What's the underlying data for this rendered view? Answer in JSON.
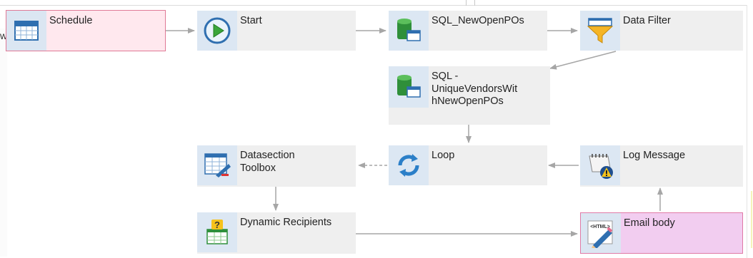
{
  "nodes": [
    {
      "id": "schedule",
      "label": "Schedule",
      "icon": "calendar-icon"
    },
    {
      "id": "start",
      "label": "Start",
      "icon": "play-icon"
    },
    {
      "id": "sql-new-open-pos",
      "label": "SQL_NewOpenPOs",
      "icon": "database-icon"
    },
    {
      "id": "data-filter",
      "label": "Data Filter",
      "icon": "funnel-icon"
    },
    {
      "id": "sql-unique-vendors",
      "label": "SQL -\nUniqueVendorsWit\nhNewOpenPOs",
      "icon": "database-icon"
    },
    {
      "id": "datasection-toolbox",
      "label": "Datasection\nToolbox",
      "icon": "table-tool-icon"
    },
    {
      "id": "loop",
      "label": "Loop",
      "icon": "refresh-icon"
    },
    {
      "id": "log-message",
      "label": "Log Message",
      "icon": "warning-log-icon"
    },
    {
      "id": "dynamic-recipients",
      "label": "Dynamic Recipients",
      "icon": "question-table-icon"
    },
    {
      "id": "email-body",
      "label": "Email body",
      "icon": "html-pen-icon"
    }
  ],
  "edges": [
    {
      "from": "schedule",
      "to": "start"
    },
    {
      "from": "start",
      "to": "sql-new-open-pos"
    },
    {
      "from": "sql-new-open-pos",
      "to": "data-filter"
    },
    {
      "from": "data-filter",
      "to": "sql-unique-vendors"
    },
    {
      "from": "sql-unique-vendors",
      "to": "loop"
    },
    {
      "from": "loop",
      "to": "datasection-toolbox",
      "style": "dashed"
    },
    {
      "from": "datasection-toolbox",
      "to": "dynamic-recipients"
    },
    {
      "from": "dynamic-recipients",
      "to": "email-body"
    },
    {
      "from": "email-body",
      "to": "log-message"
    },
    {
      "from": "log-message",
      "to": "loop"
    }
  ],
  "colors": {
    "node_bg": "#efefef",
    "icon_bg": "#dce7f3",
    "selected_border": "#e07a96",
    "selected_bg": "#ffe8ee",
    "email_bg": "#f2cdf0",
    "arrow": "#a6a6a6"
  },
  "frame_char": "w"
}
